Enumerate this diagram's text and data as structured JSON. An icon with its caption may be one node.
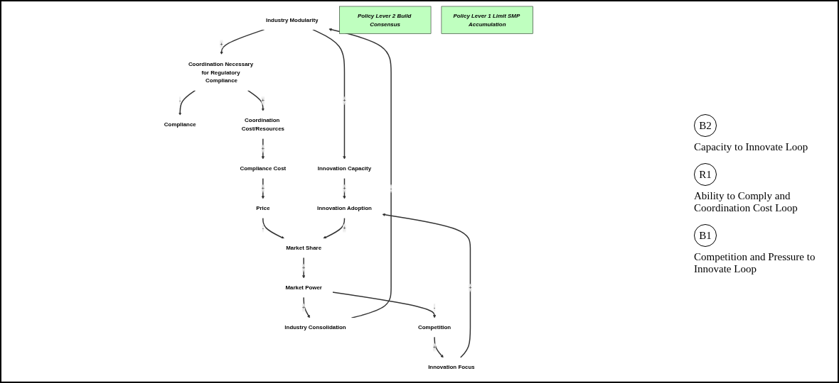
{
  "diagram": {
    "nodes": [
      {
        "text": [
          "Industry Modularity"
        ]
      },
      {
        "text": [
          "Policy Lever 2 Build Consensus"
        ]
      },
      {
        "text": [
          "Innovation Capacity"
        ]
      },
      {
        "text": [
          "Coordination Necessary for Regulatory Compliance"
        ]
      },
      {
        "text": [
          "Compliance"
        ]
      },
      {
        "text": [
          "Industry Consolidation"
        ]
      },
      {
        "text": [
          "Coordination Cost/Resources"
        ]
      },
      {
        "text": [
          "Competition"
        ]
      },
      {
        "text": [
          "Policy Lever 1 Limit SMP Accumulation"
        ]
      },
      {
        "text": [
          "Innovation Focus"
        ]
      },
      {
        "text": [
          "Compliance Cost"
        ]
      },
      {
        "text": [
          "Market Power"
        ]
      },
      {
        "text": [
          "Innovation Adoption"
        ]
      },
      {
        "text": [
          "Price"
        ]
      },
      {
        "text": [
          "Market Share"
        ]
      }
    ],
    "edges": [
      {
        "from": 0,
        "to": 2,
        "arrow": "to",
        "label": "+"
      },
      {
        "from": 0,
        "to": 3,
        "arrow": "to",
        "label": "+"
      },
      {
        "from": 3,
        "to": 4,
        "arrow": "to",
        "label": "-"
      },
      {
        "from": 3,
        "to": 6,
        "arrow": "to",
        "label": "+"
      },
      {
        "from": 5,
        "to": 0,
        "arrow": "to",
        "label": "-"
      },
      {
        "from": 6,
        "to": 10,
        "arrow": "to",
        "label": "+"
      },
      {
        "from": 11,
        "to": 7,
        "arrow": "to",
        "label": "-"
      },
      {
        "from": 11,
        "to": 5,
        "arrow": "to",
        "label": "+"
      },
      {
        "from": 7,
        "to": 9,
        "arrow": "to",
        "label": "+"
      },
      {
        "from": 2,
        "to": 12,
        "arrow": "to",
        "label": "+"
      },
      {
        "from": 9,
        "to": 12,
        "arrow": "to",
        "label": "+"
      },
      {
        "from": 10,
        "to": 13,
        "arrow": "to",
        "label": "+"
      },
      {
        "from": 14,
        "to": 11,
        "arrow": "to",
        "label": "+"
      },
      {
        "from": 13,
        "to": 14,
        "arrow": "to",
        "label": "-"
      },
      {
        "from": 12,
        "to": 14,
        "arrow": "to",
        "label": "+"
      }
    ],
    "labels": [
      "B2",
      "Capacity to Innovate Loop",
      "R1",
      "Ability to Comply and Coordination Cost Loop",
      "B1",
      "Competition and Pressure to Innovate Loop"
    ]
  }
}
